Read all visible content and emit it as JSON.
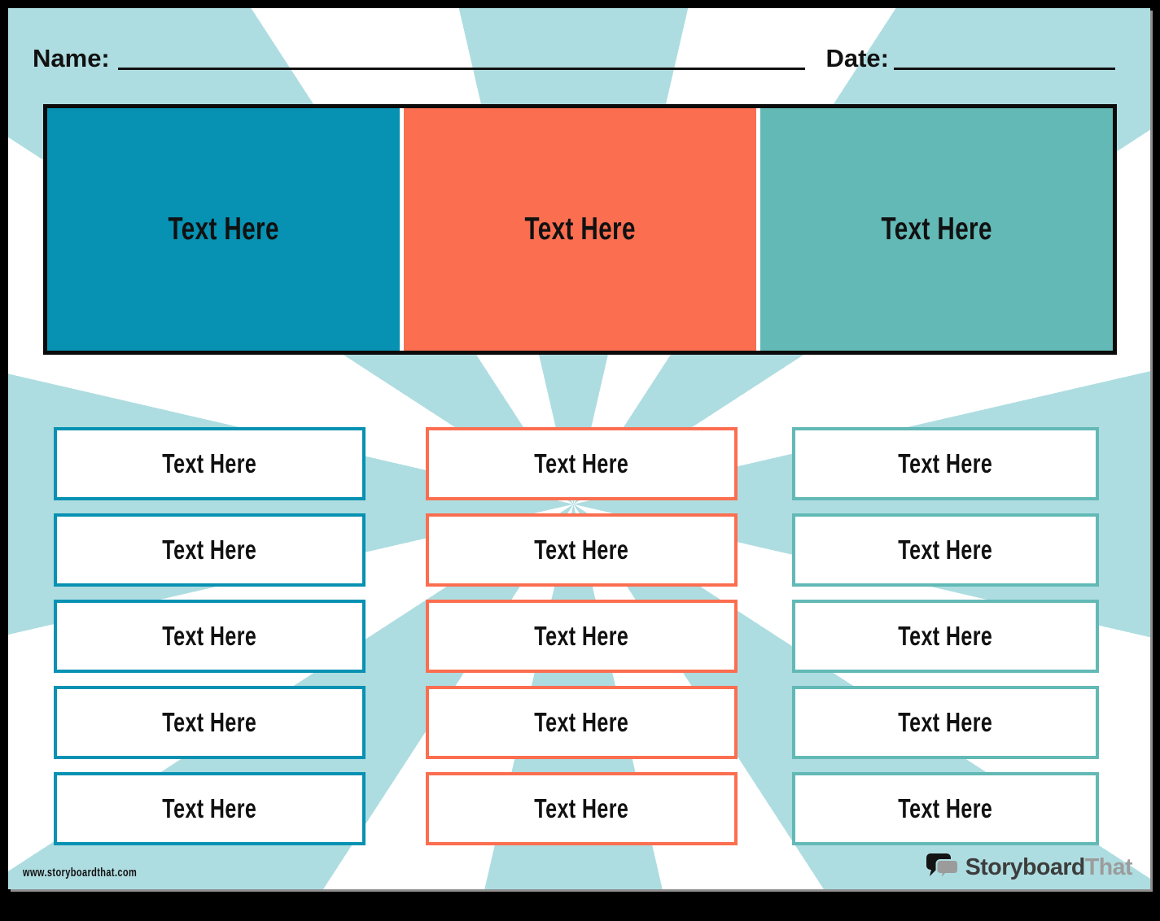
{
  "header": {
    "name_label": "Name:",
    "date_label": "Date:"
  },
  "colors": {
    "teal_blue": "#0791B2",
    "orange": "#FB6E50",
    "teal_green": "#62B9B6",
    "ray_blue": "#AEDDE1",
    "ink": "#111111"
  },
  "header_row": {
    "cells": [
      {
        "label": "Text Here",
        "color": "#0791B2"
      },
      {
        "label": "Text Here",
        "color": "#FB6E50"
      },
      {
        "label": "Text Here",
        "color": "#62B9B6"
      }
    ]
  },
  "columns": [
    {
      "color": "#0791B2",
      "boxes": [
        "Text Here",
        "Text Here",
        "Text Here",
        "Text Here",
        "Text Here"
      ]
    },
    {
      "color": "#FB6E50",
      "boxes": [
        "Text Here",
        "Text Here",
        "Text Here",
        "Text Here",
        "Text Here"
      ]
    },
    {
      "color": "#62B9B6",
      "boxes": [
        "Text Here",
        "Text Here",
        "Text Here",
        "Text Here",
        "Text Here"
      ]
    }
  ],
  "footer": {
    "url": "www.storyboardthat.com"
  },
  "logo": {
    "part1": "Storyboard",
    "part2": "That"
  }
}
